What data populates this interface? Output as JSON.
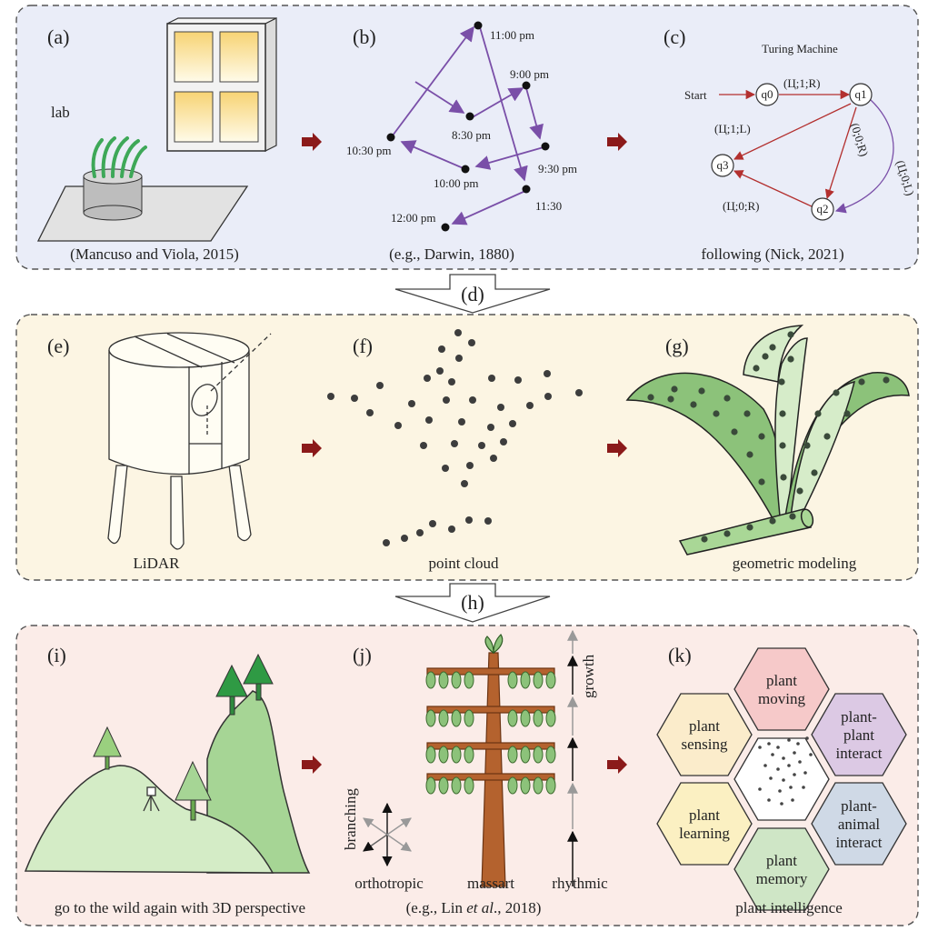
{
  "colors": {
    "panel_top": "#eaedf8",
    "panel_mid": "#fcf5e3",
    "panel_bot": "#fbece8",
    "arrow": "#8b1a1a",
    "purple": "#7a4fa8",
    "leaf_dark": "#8cc27a",
    "leaf_light": "#d6ecc9",
    "trunk": "#b4622e"
  },
  "icons": [
    "window-icon",
    "plant-pot-icon",
    "lidar-scanner-icon",
    "tripod-icon",
    "tree-icon"
  ],
  "panel_a": {
    "label": "(a)",
    "lab": "lab",
    "caption": "(Mancuso and Viola, 2015)"
  },
  "panel_b": {
    "label": "(b)",
    "caption": "(e.g., Darwin, 1880)",
    "times": [
      "11:00 pm",
      "9:00 pm",
      "8:30 pm",
      "9:30 pm",
      "10:30 pm",
      "10:00 pm",
      "11:30",
      "12:00 pm"
    ]
  },
  "panel_c": {
    "label": "(c)",
    "title": "Turing Machine",
    "start": "Start",
    "states": [
      "q0",
      "q1",
      "q2",
      "q3"
    ],
    "transitions": [
      "(Ц;1;R)",
      "(Ц;1;L)",
      "(0;0;R)",
      "(Ц;0;L)",
      "(Ц;0;R)"
    ],
    "caption": "following (Nick, 2021)"
  },
  "connectors": {
    "d": "(d)",
    "h": "(h)"
  },
  "panel_e": {
    "label": "(e)",
    "caption": "LiDAR"
  },
  "panel_f": {
    "label": "(f)",
    "caption": "point cloud"
  },
  "panel_g": {
    "label": "(g)",
    "caption": "geometric modeling"
  },
  "panel_i": {
    "label": "(i)",
    "caption": "go to the wild again with 3D perspective"
  },
  "panel_j": {
    "label": "(j)",
    "caption_prefix": "(e.g., Lin ",
    "caption_italic": "et al",
    "caption_suffix": "., 2018)",
    "branching": "branching",
    "growth": "growth",
    "orthotropic": "orthotropic",
    "massart": "massart",
    "rhythmic": "rhythmic"
  },
  "panel_k": {
    "label": "(k)",
    "caption": "plant intelligence",
    "hexes": [
      {
        "lines": [
          "plant",
          "moving"
        ],
        "color": "#f6c9c9"
      },
      {
        "lines": [
          "plant-",
          "plant",
          "interact"
        ],
        "color": "#dcc9e4"
      },
      {
        "lines": [
          "plant-",
          "animal",
          "interact"
        ],
        "color": "#cfd9e6"
      },
      {
        "lines": [
          "plant",
          "memory"
        ],
        "color": "#cfe6c6"
      },
      {
        "lines": [
          "plant",
          "learning"
        ],
        "color": "#fbf0c2"
      },
      {
        "lines": [
          "plant",
          "sensing"
        ],
        "color": "#fbeccb"
      }
    ]
  }
}
